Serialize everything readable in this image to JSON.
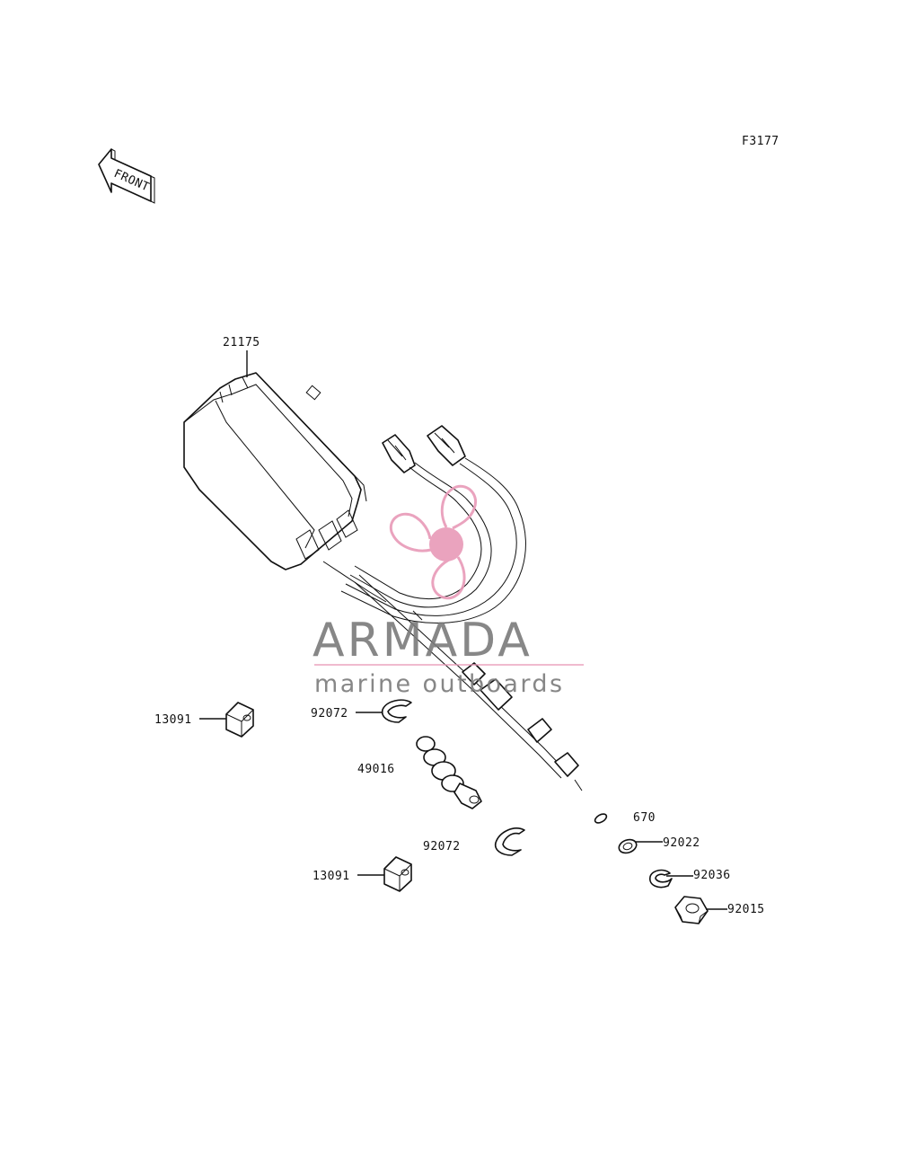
{
  "figure_code": "F3177",
  "front_label": "FRONT",
  "parts": {
    "p21175": "21175",
    "p13091_a": "13091",
    "p13091_b": "13091",
    "p92072_a": "92072",
    "p92072_b": "92072",
    "p49016": "49016",
    "p670": "670",
    "p92022": "92022",
    "p92036": "92036",
    "p92015": "92015"
  },
  "watermark": {
    "brand": "ARMADA",
    "tagline": "marine outboards",
    "logo_color": "#e89ab8",
    "text_color": "#7b7b7b"
  }
}
